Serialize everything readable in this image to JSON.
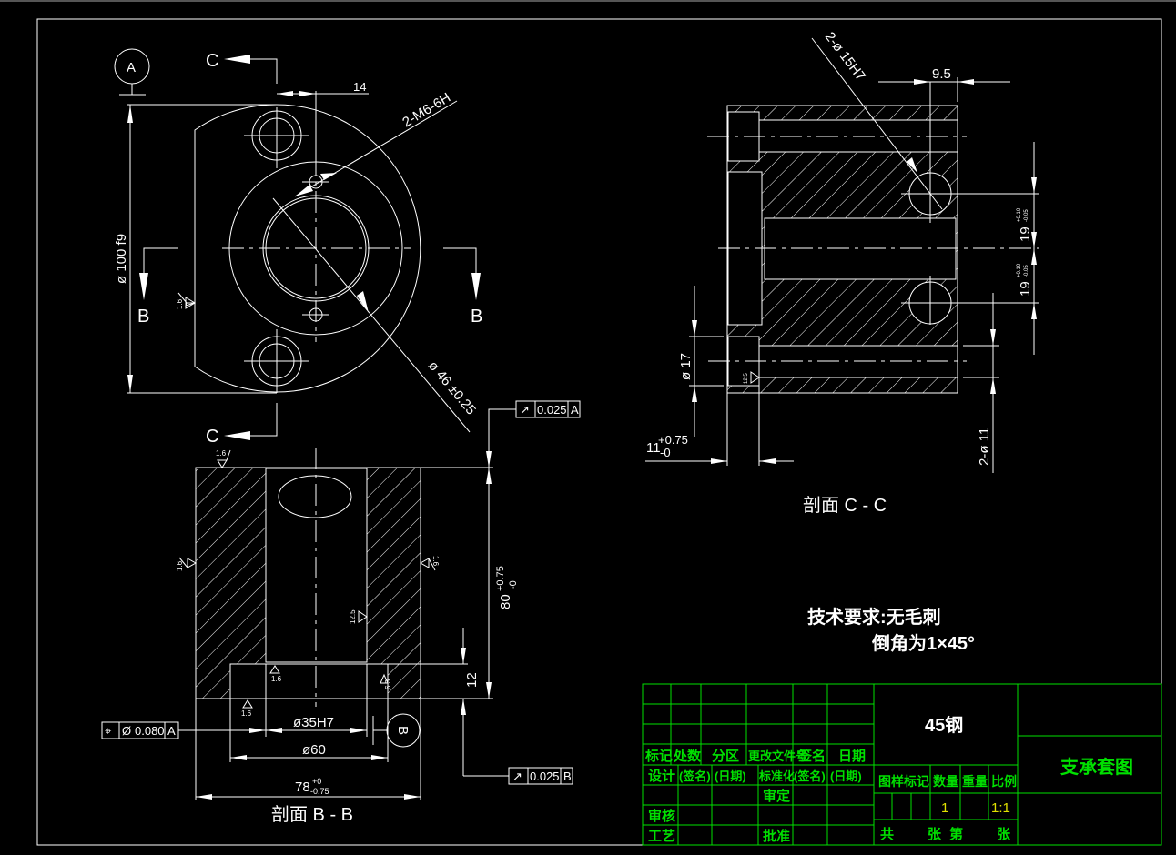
{
  "drawing": {
    "datum_a": "A",
    "datum_b": "B",
    "section_c": "C",
    "section_b": "B",
    "front_view": {
      "dim_dia100": "ø 100 f9",
      "dim_14": "14",
      "thread_callout": "2-M6-6H",
      "dim_dia46": "ø 46 ±0.25",
      "roughness": "1.6"
    },
    "section_bb": {
      "title": "剖面 B - B",
      "dim_35": "ø35H7",
      "dim_60": "ø60",
      "dim_78": "78",
      "dim_78_tol_upper": "+0",
      "dim_78_tol_lower": "-0.75",
      "dim_80": "80",
      "dim_80_tol_upper": "+0.75",
      "dim_80_tol_lower": "-0",
      "dim_12": "12",
      "roughness_top": "1.6",
      "roughness_left": "1.6",
      "roughness_right": "1.6",
      "roughness_bore": "12.5",
      "roughness_step": "1.6",
      "roughness_bottom": "1.6",
      "roughness_cb": "6.3",
      "fcf_runout_a": {
        "symbol": "↗",
        "value": "0.025",
        "datum": "A"
      },
      "fcf_position": {
        "symbol": "⌖",
        "dia": "Ø",
        "value": "0.080",
        "datum": "A"
      },
      "fcf_runout_b": {
        "symbol": "↗",
        "value": "0.025",
        "datum": "B"
      }
    },
    "section_cc": {
      "title": "剖面 C - C",
      "hole_callout": "2-ø 15H7",
      "dim_9_5": "9.5",
      "dim_19_a": "19",
      "dim_19_b": "19",
      "tol_19_upper": "+0.10",
      "tol_19_lower": "-0.05",
      "dim_dia17": "ø 17",
      "dim_11": "11",
      "dim_11_tol_upper": "+0.75",
      "dim_11_tol_lower": "-0",
      "dim_2dia11": "2-ø 11",
      "roughness": "12.5"
    },
    "tech_requirements": {
      "line1": "技术要求:无毛刺",
      "line2": "倒角为1×45°"
    }
  },
  "title_block": {
    "material": "45钢",
    "drawing_name": "支承套图",
    "headers_row1": [
      "标记",
      "处数",
      "分区",
      "更改文件号",
      "签名",
      "日期"
    ],
    "headers_row2": [
      "设计",
      "(签名)",
      "(日期)",
      "标准化",
      "(签名)",
      "(日期)"
    ],
    "approve_label": "审定",
    "review_label": "审核",
    "process_label": "工艺",
    "ratify_label": "批准",
    "info_headers": [
      "图样标记",
      "数量",
      "重量",
      "比例"
    ],
    "quantity": "1",
    "scale": "1:1",
    "sheet_total": "共",
    "sheet_unit1": "张",
    "sheet_no": "第",
    "sheet_unit2": "张"
  },
  "colors": {
    "lines": "#ffffff",
    "title_block": "#00e000",
    "values": "#e0e000",
    "background": "#000000"
  }
}
